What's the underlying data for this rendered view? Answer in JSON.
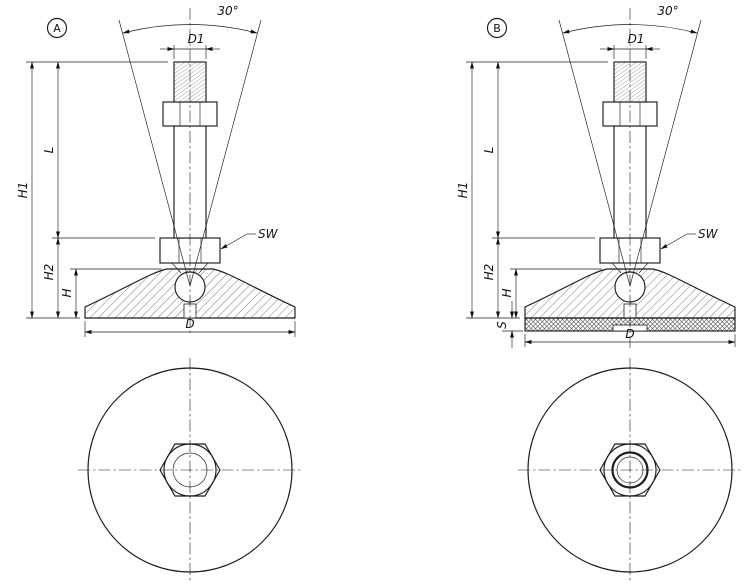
{
  "variants": {
    "a": "A",
    "b": "B"
  },
  "labels": {
    "angle": "30°",
    "d1": "D1",
    "l": "L",
    "h1": "H1",
    "h2": "H2",
    "h": "H",
    "sw": "SW",
    "d": "D",
    "s": "S"
  }
}
